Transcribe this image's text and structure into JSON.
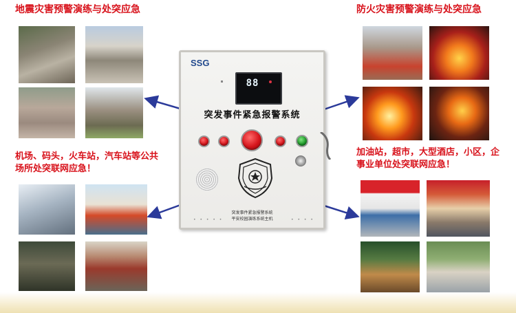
{
  "captions": {
    "earthquake": "地震灾害预警演练与处突应急",
    "fire": "防火灾害预警演练与处突应急",
    "public_places": "机场、码头，火车站，汽车站等公共场所处突联网应急！",
    "enterprise_places": "加油站，超市，大型酒店，小区，企事业单位处突联网应急！"
  },
  "device": {
    "brand": "SSG",
    "display_value": "88",
    "title": "突发事件紧急报警系统",
    "subtitle_line1": "突发事件紧急报警系统",
    "subtitle_line2": "平安校园演练系统主机",
    "dots_left": "• • • • •",
    "dots_right": "• • • •"
  },
  "colors": {
    "caption_red": "#d8121b",
    "arrow_blue": "#2b3a9a",
    "brand_blue": "#234a8e"
  }
}
